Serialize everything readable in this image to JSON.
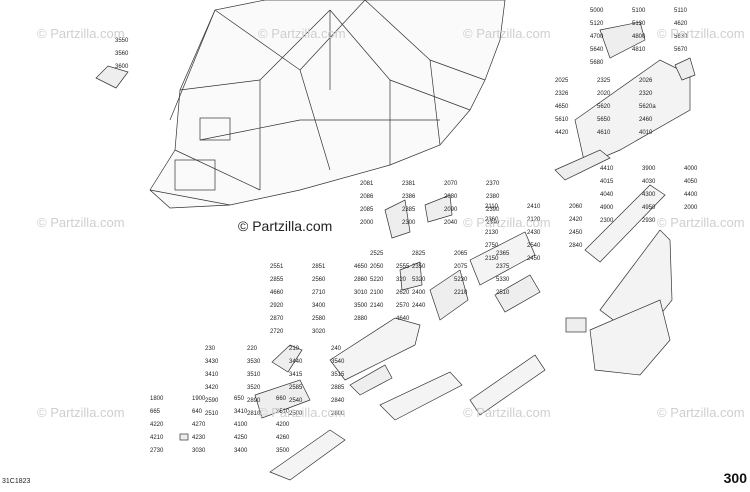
{
  "watermark": "© Partzilla.com",
  "main_watermark": "© Partzilla.com",
  "diagram_code": "31C1823",
  "page_number": "300",
  "callouts": [
    [
      "3550",
      "3560",
      "3600"
    ],
    [
      "5000",
      "5100",
      "5110",
      "5120",
      "5130",
      "4620",
      "4700",
      "4800",
      "5630",
      "5640",
      "4810",
      "5670",
      "5680"
    ],
    [
      "2025",
      "2325",
      "2026",
      "2326",
      "2020",
      "2320",
      "4650",
      "5620",
      "5620a",
      "5610",
      "5650",
      "2460",
      "4420",
      "4610",
      "4010"
    ],
    [
      "2081",
      "2381",
      "2070",
      "2370",
      "2086",
      "2386",
      "2080",
      "2380",
      "2085",
      "2385",
      "2090",
      "2390",
      "2000",
      "2300",
      "2040",
      "2340"
    ],
    [
      "2110",
      "2410",
      "2060",
      "2360",
      "2120",
      "2420",
      "2130",
      "2430",
      "2450",
      "2750",
      "2540",
      "2840",
      "2150",
      "2450"
    ],
    [
      "4410",
      "3900",
      "4000",
      "4015",
      "4030",
      "4050",
      "4040",
      "4300",
      "4400",
      "4900",
      "4950",
      "2000",
      "2300",
      "2930"
    ],
    [
      "2551",
      "2851",
      "4650",
      "2555",
      "2855",
      "2560",
      "2860",
      "320",
      "4660",
      "2710",
      "3010",
      "2620",
      "2920",
      "3400",
      "3500",
      "2570",
      "2870",
      "2580",
      "2880",
      "4640",
      "2720",
      "3020"
    ],
    [
      "2525",
      "2825",
      "2065",
      "2365",
      "2050",
      "2350",
      "2075",
      "2375",
      "5220",
      "5320",
      "5230",
      "5330",
      "2100",
      "2400",
      "2210",
      "2510",
      "2140",
      "2440"
    ],
    [
      "230",
      "220",
      "210",
      "240",
      "3430",
      "3530",
      "3440",
      "3540",
      "3410",
      "3510",
      "3415",
      "3515",
      "3420",
      "3520",
      "2585",
      "2885",
      "2590",
      "2890",
      "2540",
      "2840",
      "2510",
      "2810",
      "2500",
      "2800"
    ],
    [
      "1800",
      "1900",
      "650",
      "660",
      "665",
      "640",
      "3410",
      "3510",
      "4220",
      "4270",
      "4100",
      "4200",
      "4210",
      "4230",
      "4250",
      "4260",
      "2730",
      "3030",
      "3400",
      "3500"
    ]
  ]
}
